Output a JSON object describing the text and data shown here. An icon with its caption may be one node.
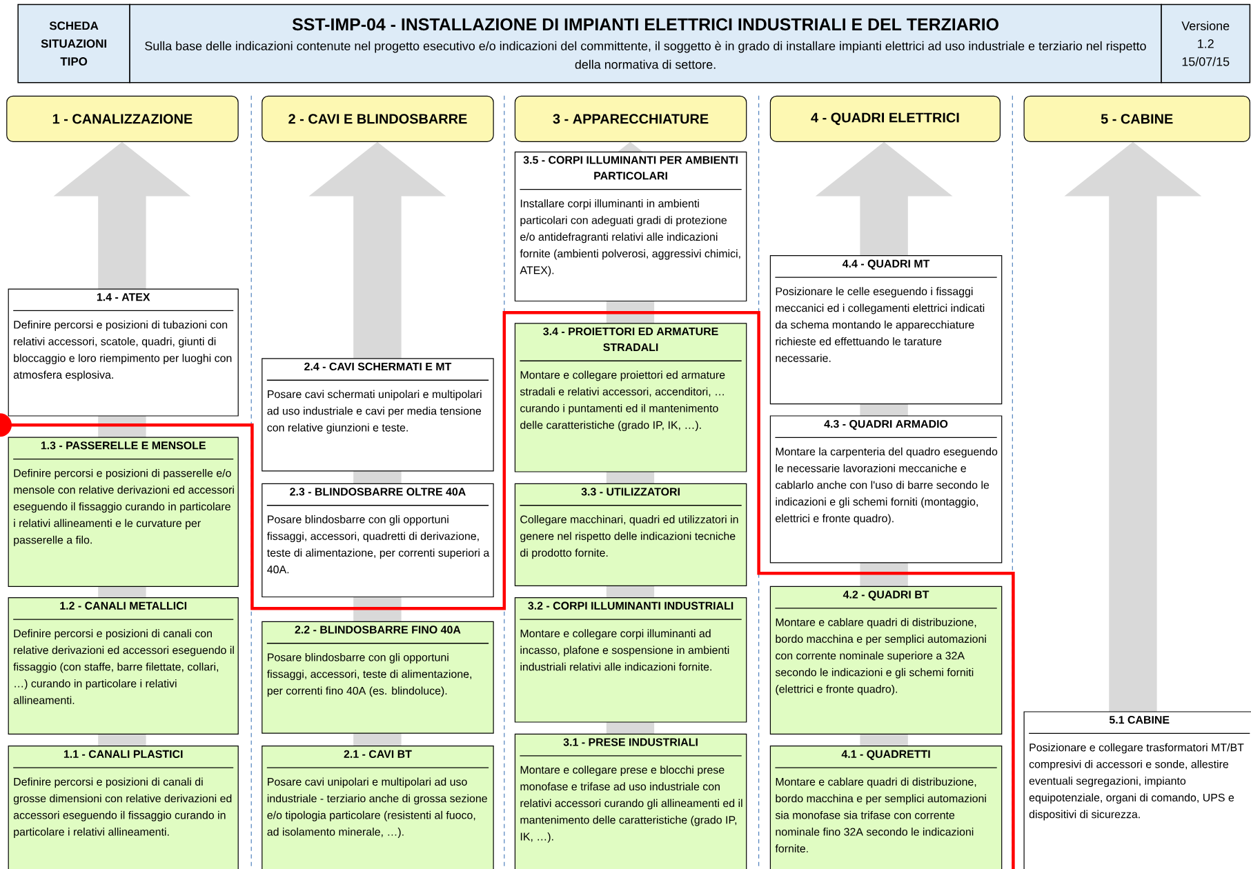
{
  "diagram": {
    "nodes": [
      {
        "text": [
          "SCHEDA SITUAZIONI TIPO"
        ]
      },
      {
        "text": [
          "SST-IMP-04 - INSTALLAZIONE DI IMPIANTI ELETTRICI INDUSTRIALI E DEL TERZIARIO",
          "Sulla base delle indicazioni contenute nel progetto esecutivo e/o indicazioni del committente, il soggetto è in grado di installare impianti elettrici ad uso industriale e terziario nel rispetto della normativa di settore."
        ]
      },
      {
        "text": [
          "Versione 1.2 15/07/15"
        ]
      },
      {
        "text": [
          "1 - CANALIZZAZIONE"
        ]
      },
      {
        "text": [
          "2 - CAVI E BLINDOSBARRE"
        ]
      },
      {
        "text": [
          "3 - APPARECCHIATURE"
        ]
      },
      {
        "text": [
          "4 - QUADRI ELETTRICI"
        ]
      },
      {
        "text": [
          "5 - CABINE"
        ]
      },
      {
        "text": [
          "1.4 - ATEX",
          "Definire percorsi e posizioni di tubazioni con relativi accessori, scatole, quadri, giunti di bloccaggio e loro riempimento per luoghi con atmosfera esplosiva."
        ]
      },
      {
        "text": [
          "1.3 - PASSERELLE E MENSOLE",
          "Definire percorsi e posizioni di passerelle e/o mensole con relative derivazioni ed accessori eseguendo il fissaggio curando in particolare i relativi allineamenti e le curvature per passerelle a filo."
        ]
      },
      {
        "text": [
          "1.2 - CANALI METALLICI",
          "Definire percorsi e posizioni di canali con relative derivazioni ed accessori eseguendo il fissaggio (con staffe, barre filettate, collari, …) curando in particolare i relativi allineamenti."
        ]
      },
      {
        "text": [
          "1.1 - CANALI PLASTICI",
          "Definire percorsi e posizioni di canali di grosse dimensioni con relative derivazioni ed accessori eseguendo il fissaggio curando in particolare i relativi allineamenti."
        ]
      },
      {
        "text": [
          "2.4 - CAVI SCHERMATI E MT",
          "Posare cavi schermati unipolari e multipolari ad uso industriale e cavi per media tensione con relative giunzioni e teste."
        ]
      },
      {
        "text": [
          "2.3 - BLINDOSBARRE OLTRE 40A",
          "Posare blindosbarre con gli opportuni fissaggi, accessori, quadretti di derivazione, teste di alimentazione, per correnti superiori a 40A."
        ]
      },
      {
        "text": [
          "2.2 - BLINDOSBARRE FINO 40A",
          "Posare blindosbarre con gli opportuni fissaggi, accessori, teste di alimentazione, per correnti fino 40A (es. blindoluce)."
        ]
      },
      {
        "text": [
          "2.1 - CAVI BT",
          "Posare cavi unipolari e multipolari ad uso industriale - terziario anche di grossa sezione e/o tipologia particolare (resistenti al fuoco, ad isolamento minerale, …)."
        ]
      },
      {
        "text": [
          "3.5 - CORPI ILLUMINANTI PER AMBIENTI PARTICOLARI",
          "Installare corpi illuminanti in ambienti particolari con adeguati gradi di protezione e/o antidefragranti relativi alle indicazioni fornite (ambienti polverosi, aggressivi chimici, ATEX)."
        ]
      },
      {
        "text": [
          "3.4 - PROIETTORI ED ARMATURE STRADALI",
          "Montare e collegare proiettori ed armature stradali e relativi accessori, accenditori, … curando i puntamenti ed il mantenimento delle caratteristiche (grado IP, IK, …)."
        ]
      },
      {
        "text": [
          "3.3 - UTILIZZATORI",
          "Collegare macchinari, quadri ed utilizzatori in genere nel rispetto delle indicazioni tecniche di prodotto fornite."
        ]
      },
      {
        "text": [
          "3.2 - CORPI ILLUMINANTI INDUSTRIALI",
          "Montare e collegare corpi illuminanti ad incasso, plafone e sospensione in ambienti industriali relativi alle indicazioni fornite."
        ]
      },
      {
        "text": [
          "3.1 - PRESE INDUSTRIALI",
          "Montare e collegare prese e blocchi prese monofase e trifase ad uso industriale con relativi accessori curando gli allineamenti ed il mantenimento delle caratteristiche (grado IP, IK, …)."
        ]
      },
      {
        "text": [
          "4.4 - QUADRI MT",
          "Posizionare le celle eseguendo i fissaggi meccanici ed i collegamenti elettrici indicati da schema montando le apparecchiature richieste ed effettuando le tarature necessarie."
        ]
      },
      {
        "text": [
          "4.3 - QUADRI ARMADIO",
          "Montare la carpenteria del quadro eseguendo le necessarie lavorazioni meccaniche e cablarlo anche con l'uso di barre secondo le indicazioni e gli schemi forniti (montaggio, elettrici e fronte quadro)."
        ]
      },
      {
        "text": [
          "4.2 - QUADRI BT",
          "Montare e cablare quadri di distribuzione, bordo macchina e per semplici automazioni con corrente nominale superiore a 32A secondo le indicazioni e gli schemi forniti (elettrici e fronte quadro)."
        ]
      },
      {
        "text": [
          "4.1 - QUADRETTI",
          "Montare e cablare quadri di distribuzione, bordo macchina e per semplici automazioni sia monofase sia trifase con corrente nominale fino 32A secondo le indicazioni fornite."
        ]
      },
      {
        "text": [
          "5.1 CABINE",
          "Posizionare e collegare trasformatori MT/BT compresivi di accessori e sonde, allestire eventuali segregazioni, impianto equipotenziale, organi di comando, UPS e dispositivi di sicurezza."
        ]
      }
    ]
  }
}
